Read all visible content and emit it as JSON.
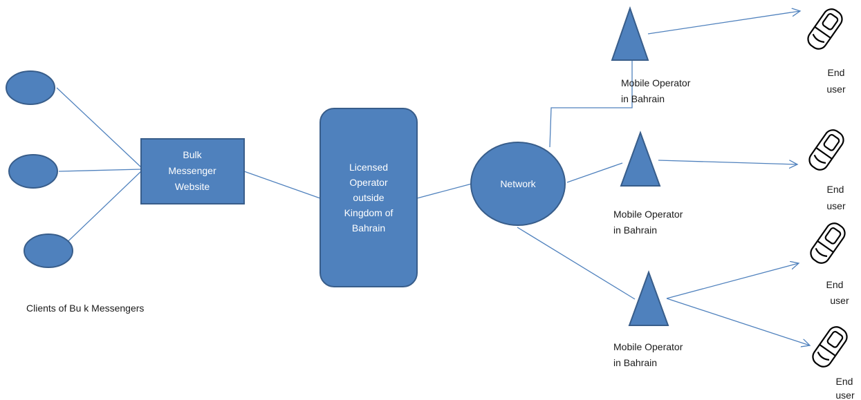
{
  "colors": {
    "shape_fill": "#4f81bd",
    "shape_stroke": "#385d8a",
    "connector": "#4f81bd",
    "label_text": "#1a1a1a"
  },
  "clients": {
    "label": "Clients of Bu k Messengers",
    "icon": "client-ellipse"
  },
  "website": {
    "lines": [
      "Bulk",
      "Messenger",
      "Website"
    ]
  },
  "operator_outside": {
    "lines": [
      "Licensed",
      "Operator",
      "outside",
      "Kingdom of",
      "Bahrain"
    ]
  },
  "network": {
    "label": "Network"
  },
  "mobile_operators": [
    {
      "lines": [
        "Mobile Operator",
        "in Bahrain"
      ],
      "icon": "tower-triangle"
    },
    {
      "lines": [
        "Mobile Operator",
        "in Bahrain"
      ],
      "icon": "tower-triangle"
    },
    {
      "lines": [
        "Mobile Operator",
        "in Bahrain"
      ],
      "icon": "tower-triangle"
    }
  ],
  "end_users": [
    {
      "lines": [
        "End",
        "user"
      ],
      "icon": "mobile-phone-icon"
    },
    {
      "lines": [
        "End",
        "user"
      ],
      "icon": "mobile-phone-icon"
    },
    {
      "lines": [
        "End",
        "user"
      ],
      "icon": "mobile-phone-icon"
    },
    {
      "lines": [
        "End",
        "user"
      ],
      "icon": "mobile-phone-icon"
    }
  ]
}
